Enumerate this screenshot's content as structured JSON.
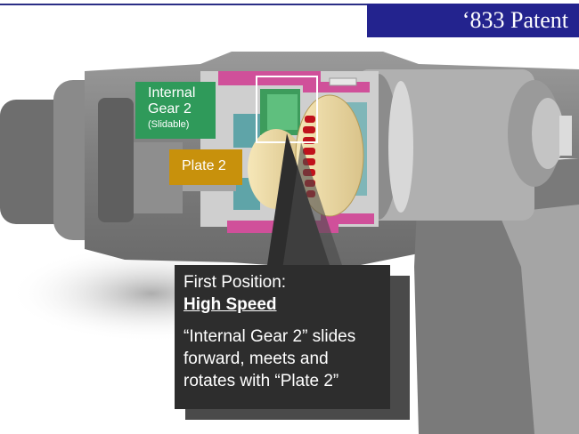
{
  "banner": {
    "title": "‘833 Patent"
  },
  "labels": {
    "internal_gear": {
      "line1": "Internal",
      "line2": "Gear 2",
      "note": "(Slidable)"
    },
    "plate": {
      "text": "Plate 2"
    }
  },
  "callout": {
    "heading": "First Position:",
    "emphasis": "High Speed",
    "description": "“Internal Gear 2” slides\nforward,  meets and\nrotates with “Plate 2”"
  },
  "colors": {
    "banner_bg": "#23238e",
    "internal_gear_label": "#2f9a5a",
    "plate_label": "#c8910c",
    "callout_bg": "#2d2d2d",
    "gear_red": "#c0121c",
    "housing_magenta": "#d0509a"
  }
}
